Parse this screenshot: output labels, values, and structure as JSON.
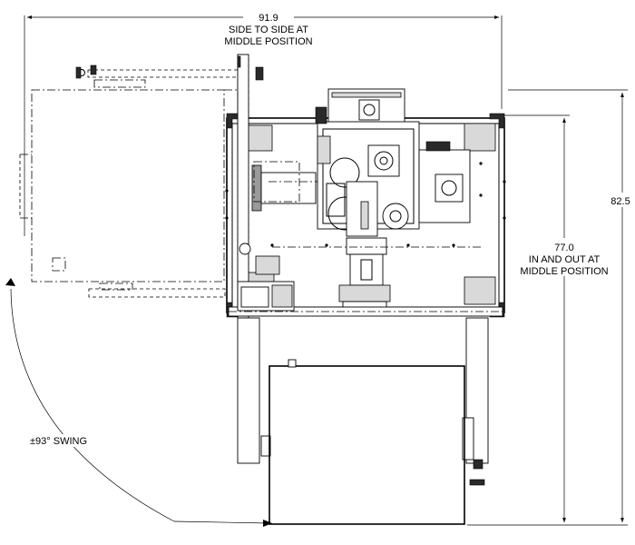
{
  "dimensions": {
    "width": {
      "value": "91.9",
      "caption_line1": "SIDE TO SIDE AT",
      "caption_line2": "MIDDLE POSITION"
    },
    "height": {
      "value": "82.5"
    },
    "depth": {
      "value": "77.0",
      "caption_line1": "IN AND OUT AT",
      "caption_line2": "MIDDLE POSITION"
    },
    "swing": {
      "label": "±93° SWING"
    }
  }
}
